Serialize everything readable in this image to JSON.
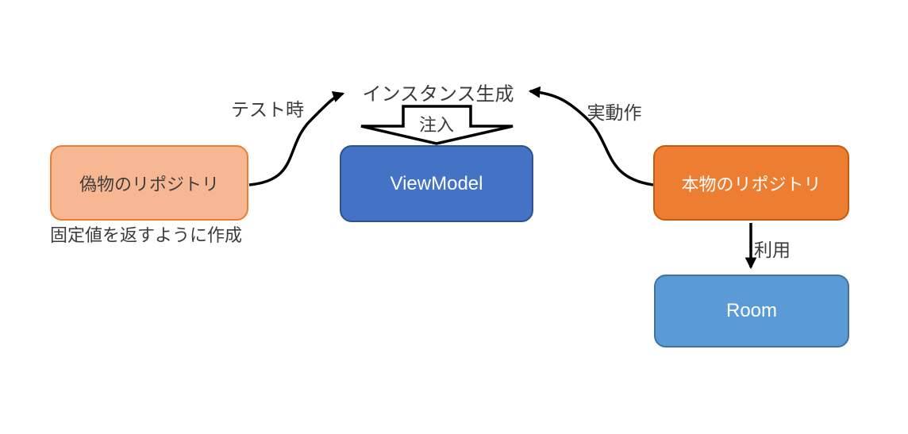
{
  "diagram": {
    "title": "インスタンス生成",
    "labels": {
      "injection": "注入",
      "test_time": "テスト時",
      "real_operation": "実動作",
      "use": "利用",
      "fake_caption": "固定値を返すように作成"
    },
    "nodes": {
      "fake_repo": {
        "label": "偽物のリポジトリ",
        "fill": "#F7B793",
        "border": "#ED7D31",
        "text_color": "#3f3f3f"
      },
      "view_model": {
        "label": "ViewModel",
        "fill": "#4472C4",
        "border": "#2F528F",
        "text_color": "#ffffff"
      },
      "real_repo": {
        "label": "本物のリポジトリ",
        "fill": "#ED7D31",
        "border": "#C55A11",
        "text_color": "#ffffff"
      },
      "room": {
        "label": "Room",
        "fill": "#5B9BD5",
        "border": "#41719C",
        "text_color": "#ffffff"
      }
    },
    "edges": {
      "fake_to_instance": "curved arrow from fake repository to instance creation",
      "real_to_instance": "curved arrow from real repository to instance creation",
      "instance_to_viewmodel": "block injection arrow into ViewModel",
      "real_to_room": "straight arrow from real repository to Room"
    },
    "line_color": "#000000"
  }
}
